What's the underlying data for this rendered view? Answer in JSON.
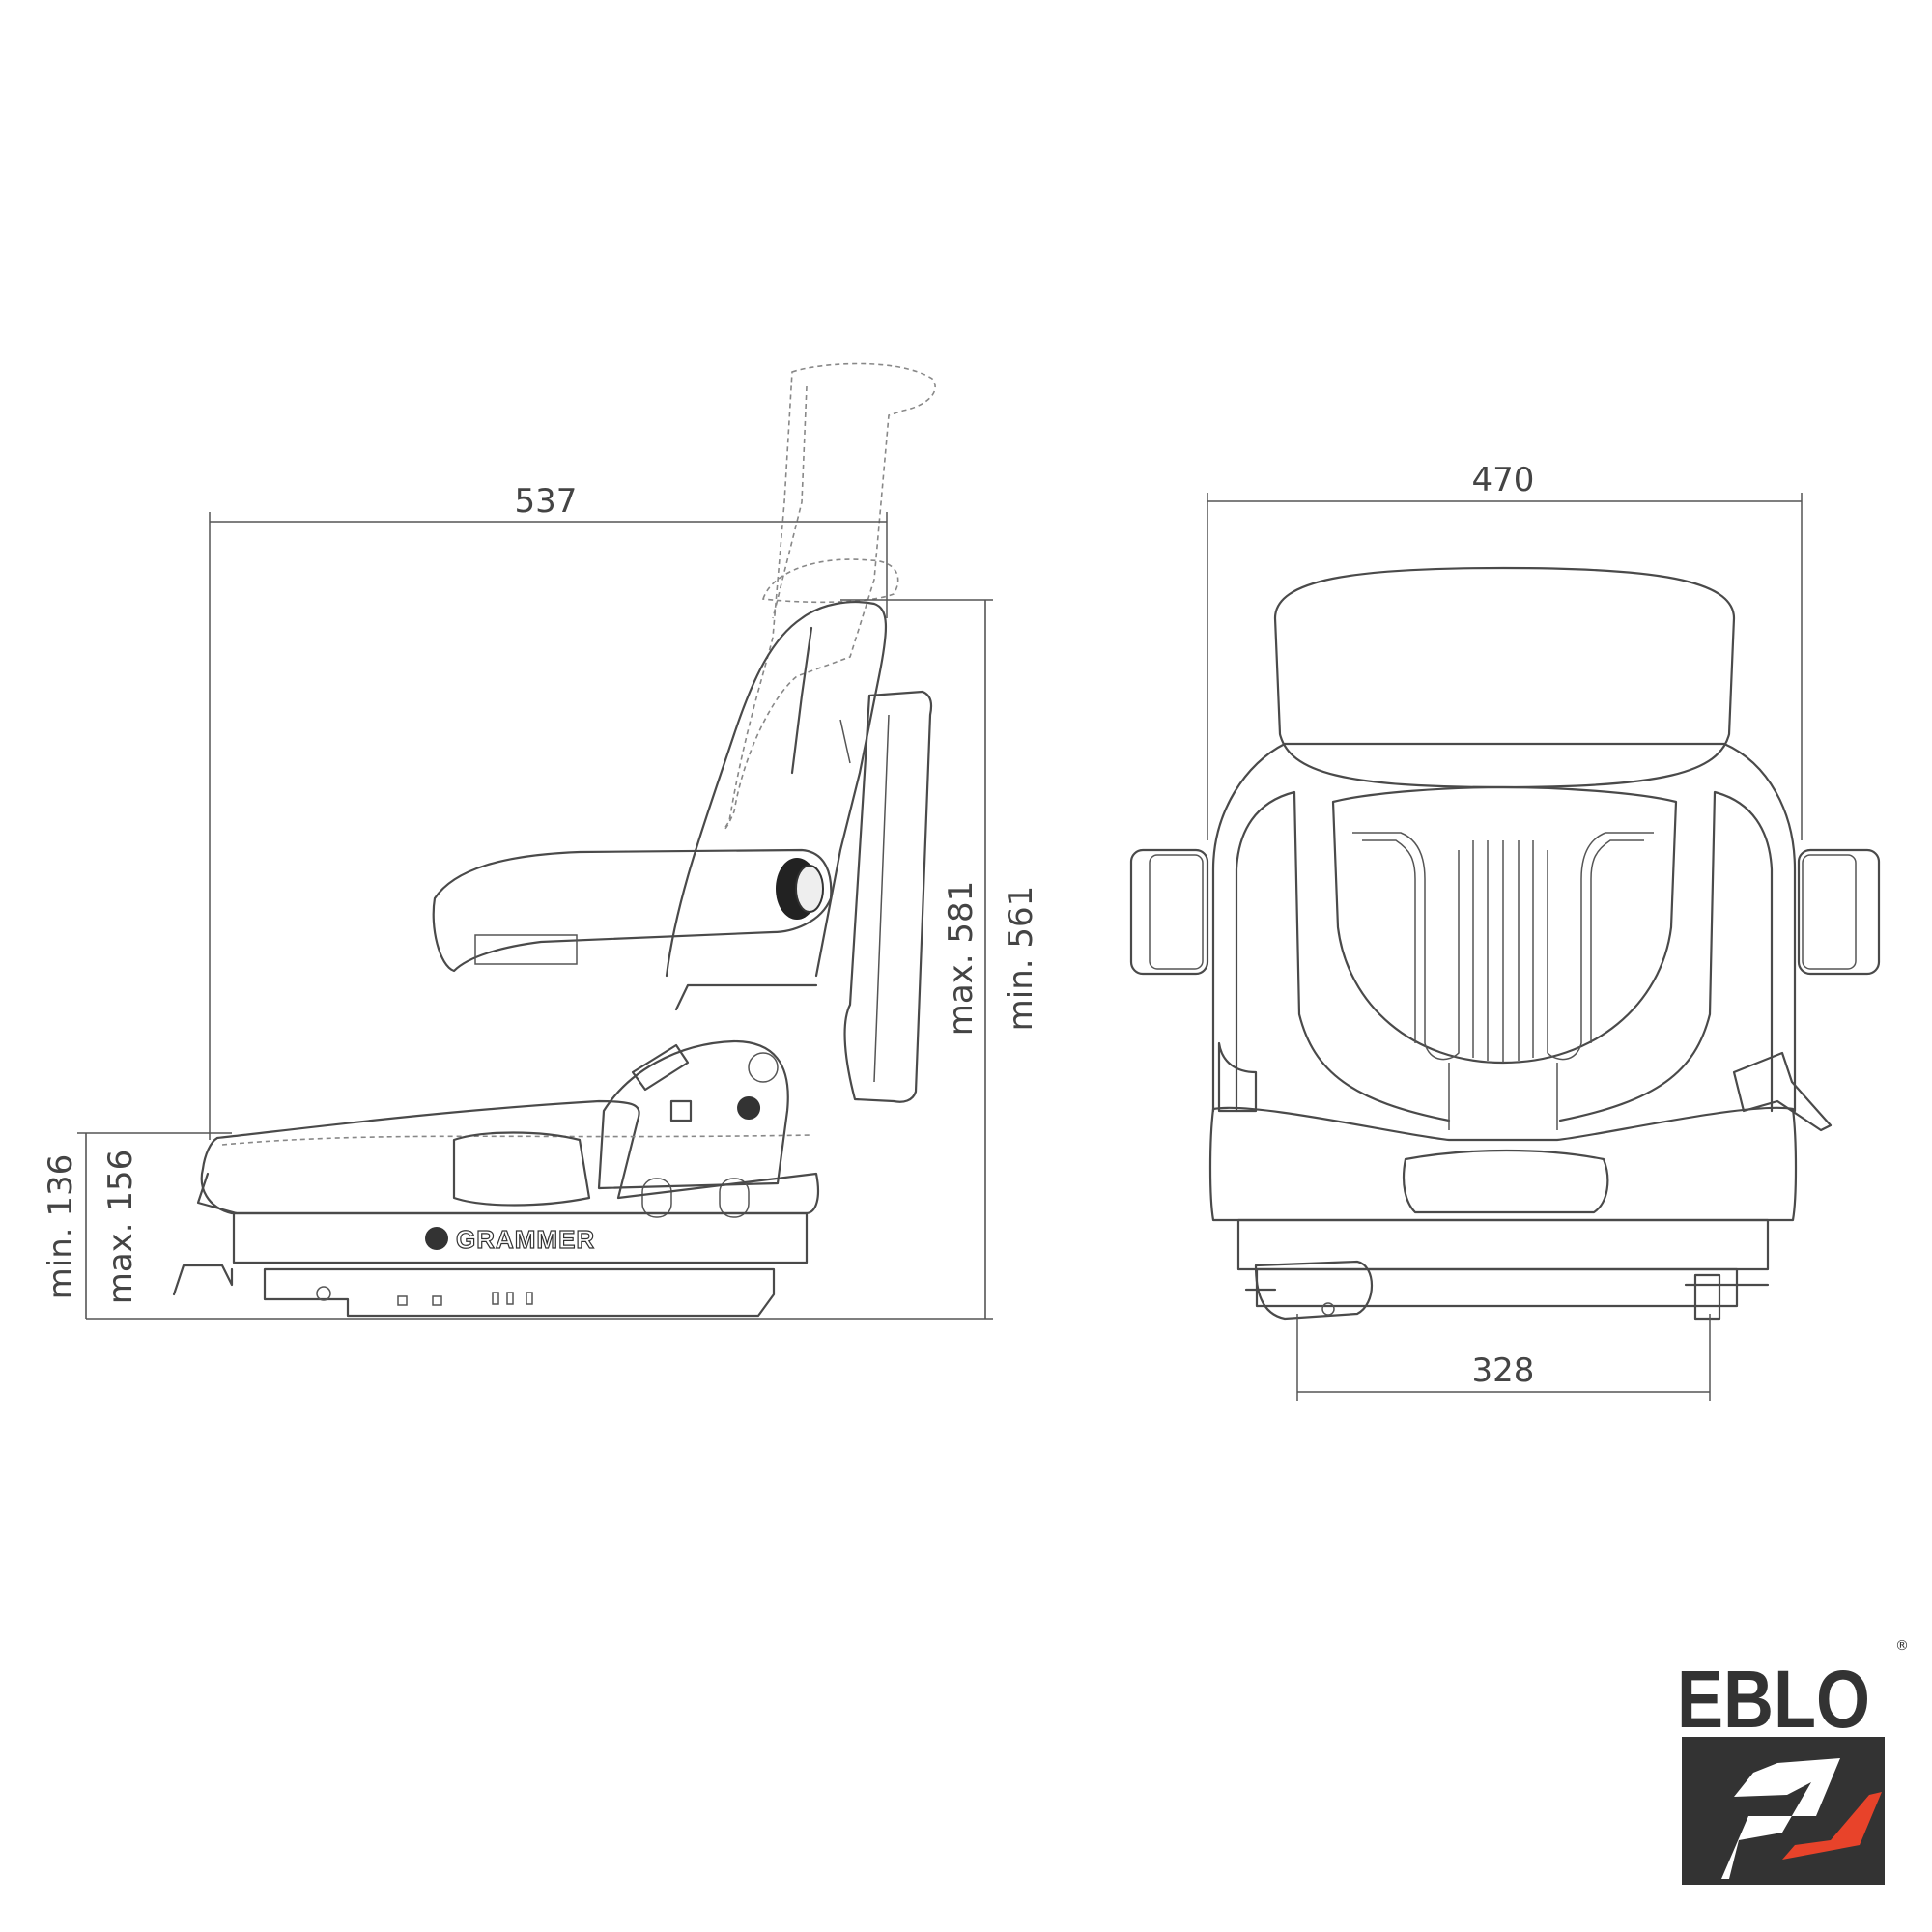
{
  "side_view": {
    "width_label": "537",
    "height_max_label": "max. 581",
    "height_min_label": "min. 561",
    "stroke_min_label": "min. 136",
    "stroke_max_label": "max. 156",
    "brand_label": "GRAMMER"
  },
  "front_view": {
    "width_label": "470",
    "mount_width_label": "328"
  },
  "logo": {
    "text": "EBLO",
    "registered": "®",
    "dark_color": "#333333",
    "accent_color": "#e8432a"
  }
}
